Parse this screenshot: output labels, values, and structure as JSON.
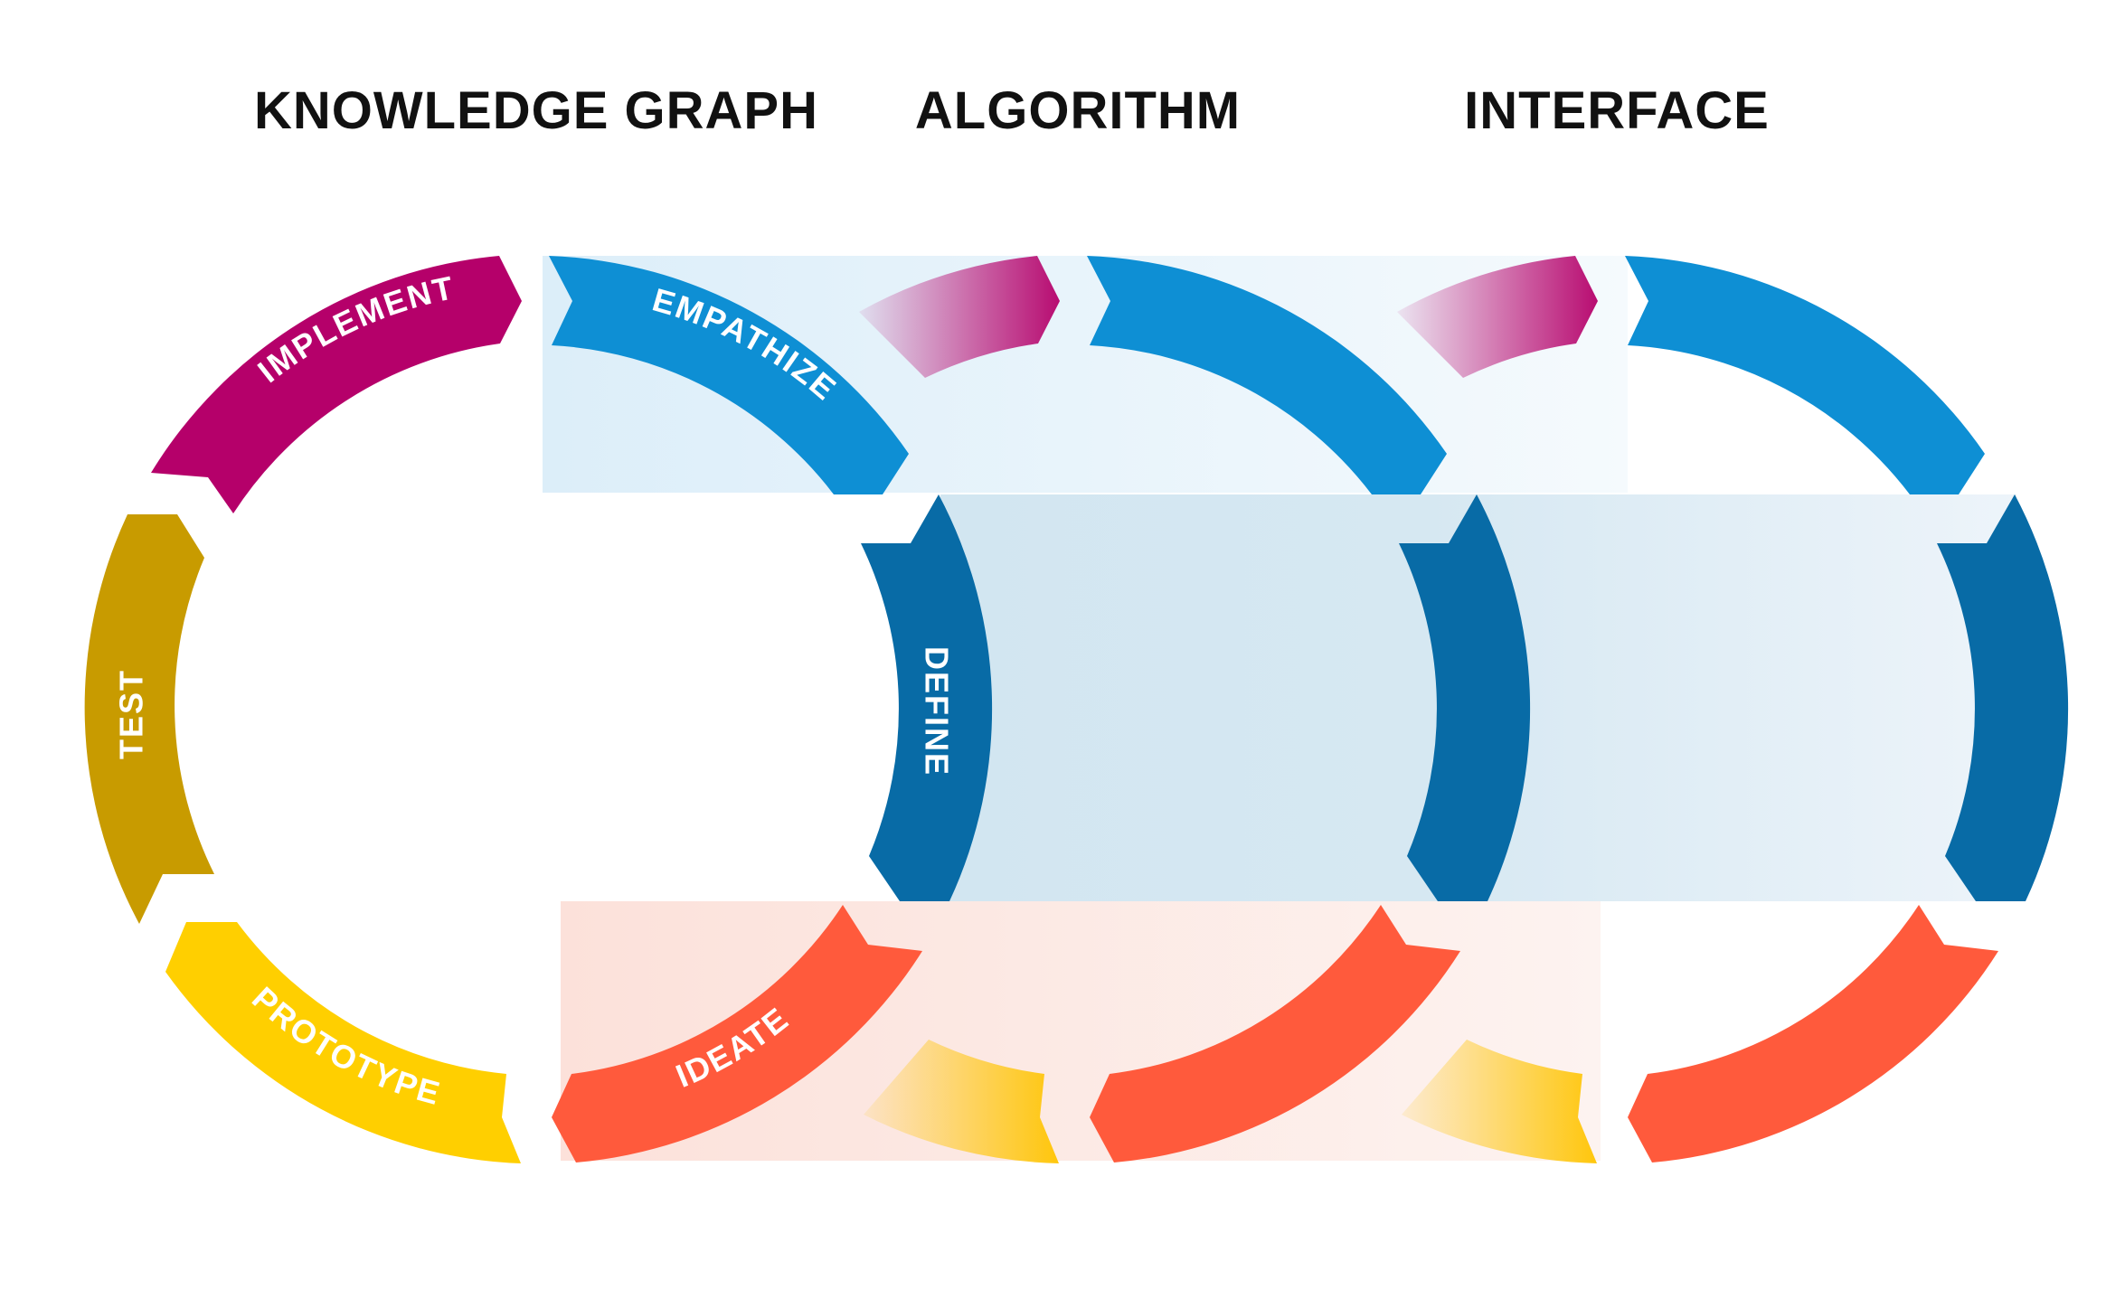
{
  "headings": {
    "knowledge_graph": "KNOWLEDGE GRAPH",
    "algorithm": "ALGORITHM",
    "interface": "INTERFACE"
  },
  "stages": {
    "implement": "IMPLEMENT",
    "empathize": "EMPATHIZE",
    "define": "DEFINE",
    "ideate": "IDEATE",
    "prototype": "PROTOTYPE",
    "test": "TEST"
  },
  "colors": {
    "implement": "#B5006A",
    "empathize": "#0E8FD4",
    "define": "#086BA6",
    "ideate": "#FF5A3C",
    "prototype": "#FFCF00",
    "test": "#C89B00",
    "band_top": "#E4F2FA",
    "band_mid": "#D4E8F2",
    "band_bottom": "#FDE6E1"
  }
}
